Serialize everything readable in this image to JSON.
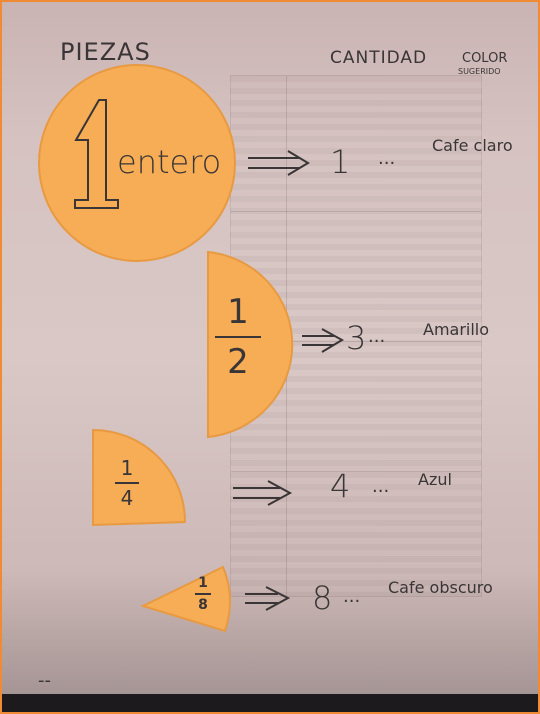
{
  "headers": {
    "pieces": "PIEZAS",
    "quantity": "CANTIDAD",
    "color_top": "COLOR",
    "color_bottom": "SUGERIDO"
  },
  "rows": [
    {
      "piece_word": "entero",
      "piece_num": "1",
      "quantity": "1",
      "dots": "...",
      "color": "Cafe claro"
    },
    {
      "numerator": "1",
      "denominator": "2",
      "quantity": "3",
      "dots": "...",
      "color": "Amarillo"
    },
    {
      "numerator": "1",
      "denominator": "4",
      "quantity": "4",
      "dots": "...",
      "color": "Azul"
    },
    {
      "numerator": "1",
      "denominator": "8",
      "quantity": "8",
      "dots": "...",
      "color": "Cafe obscuro"
    }
  ],
  "corner_mark": "--",
  "colors": {
    "paper_piece": "#f6ad55",
    "piece_edge": "#e89a42",
    "frame": "#f08a35",
    "ink": "#3a3536"
  }
}
